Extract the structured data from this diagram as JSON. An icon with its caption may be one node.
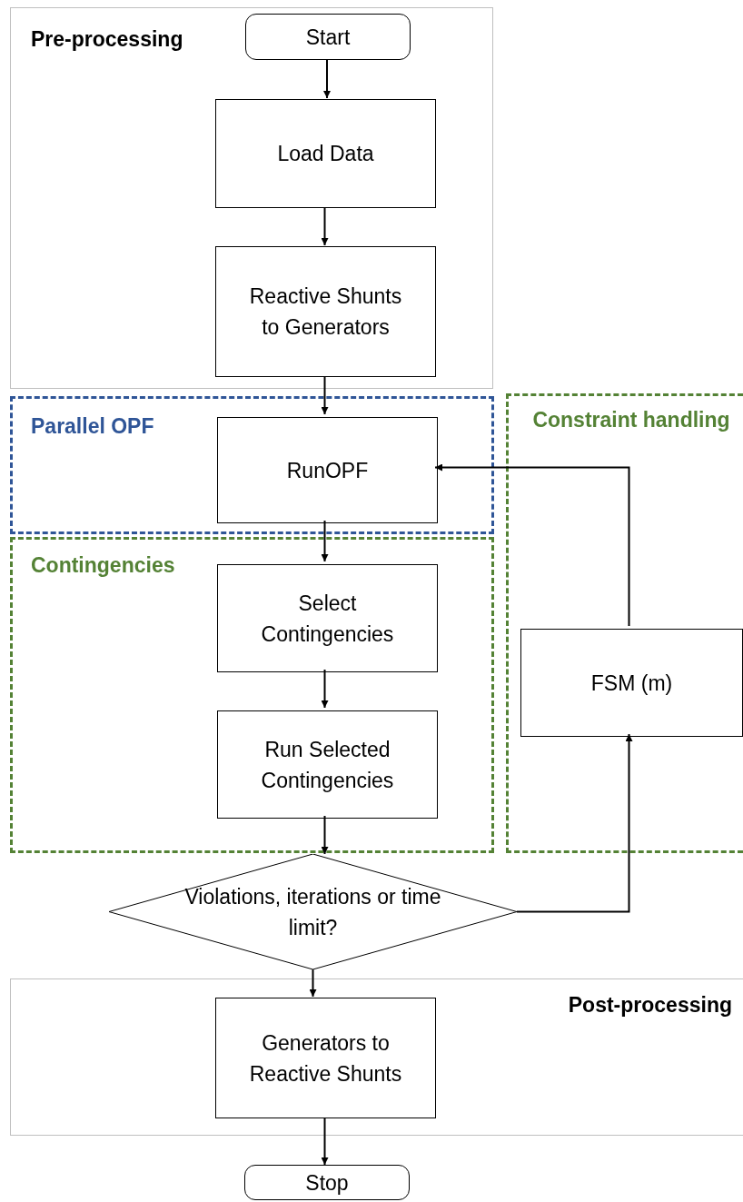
{
  "diagram": {
    "nodes": [
      {
        "text": [
          "Pre-processing"
        ]
      },
      {
        "text": [
          "Start"
        ],
        "in": 0
      },
      {
        "text": [
          "Load Data"
        ],
        "in": 0
      },
      {
        "text": [
          "Reactive Shunts to Generators"
        ],
        "in": 0
      },
      {
        "text": [
          "Parallel OPF"
        ]
      },
      {
        "text": [
          "RunOPF"
        ],
        "in": 4
      },
      {
        "text": [
          "Contingencies"
        ]
      },
      {
        "text": [
          "Select Contingencies"
        ],
        "in": 6
      },
      {
        "text": [
          "Run Selected Contingencies"
        ],
        "in": 6
      },
      {
        "text": [
          "Constraint handling"
        ]
      },
      {
        "text": [
          "FSM (m)"
        ],
        "in": 9
      },
      {
        "text": [
          "Violations, iterations or time limit?"
        ]
      },
      {
        "text": [
          "Post-processing"
        ]
      },
      {
        "text": [
          "Generators to Reactive Shunts"
        ],
        "in": 12
      },
      {
        "text": [
          "Stop"
        ]
      }
    ],
    "edges": [
      {
        "from": 1,
        "to": 2,
        "arrow": "to"
      },
      {
        "from": 2,
        "to": 3,
        "arrow": "to"
      },
      {
        "from": 3,
        "to": 5,
        "arrow": "to"
      },
      {
        "from": 5,
        "to": 7,
        "arrow": "to"
      },
      {
        "from": 7,
        "to": 8,
        "arrow": "to"
      },
      {
        "from": 8,
        "to": 11,
        "arrow": "to"
      },
      {
        "from": 11,
        "to": 10,
        "arrow": "to"
      },
      {
        "from": 10,
        "to": 5,
        "arrow": "to"
      },
      {
        "from": 11,
        "to": 13,
        "arrow": "to"
      },
      {
        "from": 13,
        "to": 14,
        "arrow": "to"
      }
    ]
  }
}
